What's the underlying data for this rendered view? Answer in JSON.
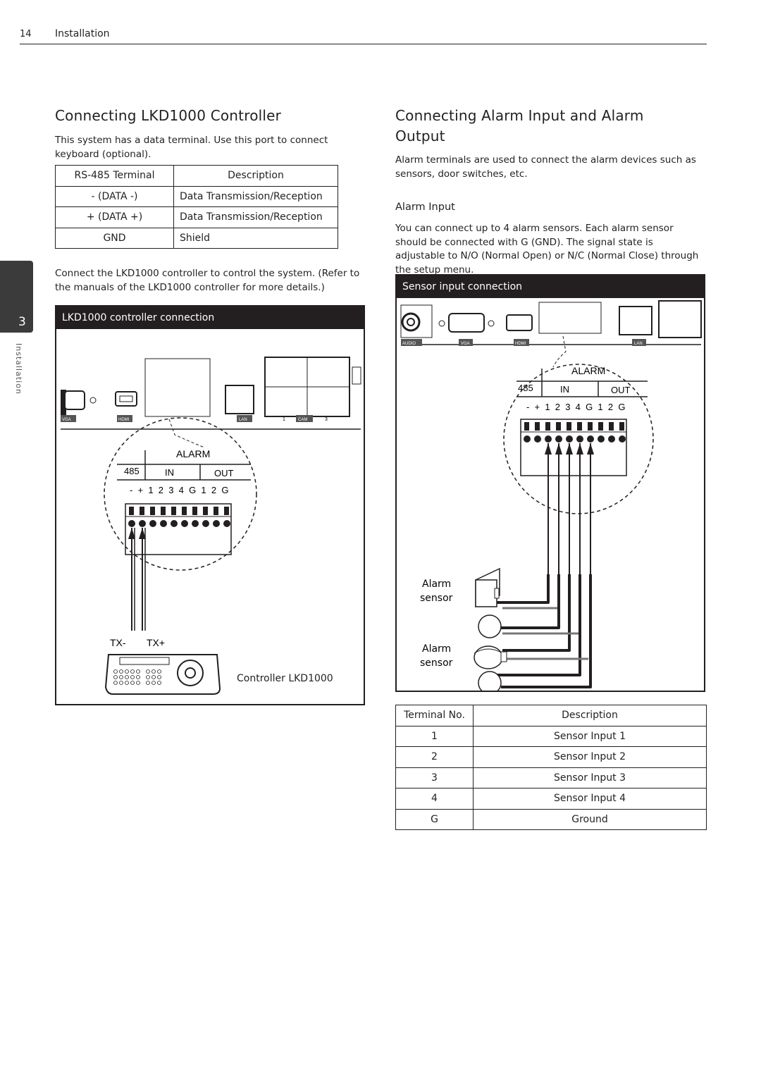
{
  "header": {
    "page_number": "14",
    "section": "Installation"
  },
  "side_tab": {
    "number": "3",
    "label": "Installation"
  },
  "left": {
    "heading": "Connecting LKD1000 Controller",
    "intro": "This system has a data terminal. Use this port to connect keyboard (optional).",
    "table": {
      "headers": [
        "RS-485 Terminal",
        "Description"
      ],
      "rows": [
        [
          "- (DATA -)",
          "Data Transmission/Reception"
        ],
        [
          "+ (DATA +)",
          "Data Transmission/Reception"
        ],
        [
          "GND",
          "Shield"
        ]
      ]
    },
    "note": "Connect the LKD1000 controller to control the system. (Refer to the manuals of the LKD1000 controller for more details.)",
    "figure": {
      "title": "LKD1000 controller connection",
      "port_labels": [
        "VGA",
        "HDMI",
        "LAN",
        "CAM"
      ],
      "cam_numbers": [
        "1",
        "3"
      ],
      "alarm_label": "ALARM",
      "rs485_label": "485",
      "in_label": "IN",
      "out_label": "OUT",
      "pins": "- + 1 2 3 4 G 1 2 G",
      "tx_minus": "TX-",
      "tx_plus": "TX+",
      "controller_caption": "Controller LKD1000"
    }
  },
  "right": {
    "heading": "Connecting Alarm Input and Alarm Output",
    "intro": "Alarm terminals are used to connect the alarm devices such as sensors, door switches, etc.",
    "subheading": "Alarm Input",
    "body": "You can connect up to 4 alarm sensors. Each alarm sensor should be connected with G (GND). The signal state is adjustable to N/O (Normal Open) or N/C (Normal Close) through the setup menu.",
    "figure": {
      "title": "Sensor input connection",
      "port_labels": [
        "AUDIO",
        "VGA",
        "HDMI",
        "LAN"
      ],
      "alarm_label": "ALARM",
      "rs485_label": "485",
      "in_label": "IN",
      "out_label": "OUT",
      "pins": "- + 1 2 3 4 G 1 2 G",
      "sensor_label_1": [
        "Alarm",
        "sensor"
      ],
      "sensor_label_2": [
        "Alarm",
        "sensor"
      ]
    },
    "table": {
      "headers": [
        "Terminal No.",
        "Description"
      ],
      "rows": [
        [
          "1",
          "Sensor Input 1"
        ],
        [
          "2",
          "Sensor Input 2"
        ],
        [
          "3",
          "Sensor Input 3"
        ],
        [
          "4",
          "Sensor Input 4"
        ],
        [
          "G",
          "Ground"
        ]
      ]
    }
  }
}
